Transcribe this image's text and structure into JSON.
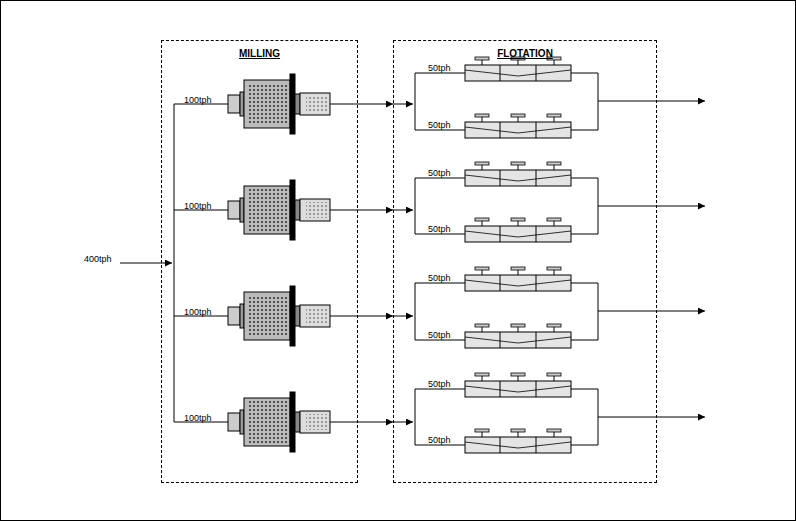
{
  "diagram": {
    "nodes": [
      {
        "text": [
          "MILLING"
        ]
      },
      {
        "text": [
          "FLOTATION"
        ]
      }
    ],
    "edges": [
      {
        "from": 0,
        "to": 1,
        "arrow": "to"
      },
      {
        "from": 0,
        "to": 1,
        "arrow": "to"
      },
      {
        "from": 0,
        "to": 1,
        "arrow": "to"
      },
      {
        "from": 0,
        "to": 1,
        "arrow": "to"
      }
    ],
    "labels": [
      "400tph",
      "100tph",
      "100tph",
      "100tph",
      "100tph",
      "50tph",
      "50tph",
      "50tph",
      "50tph",
      "50tph",
      "50tph",
      "50tph",
      "50tph"
    ]
  }
}
